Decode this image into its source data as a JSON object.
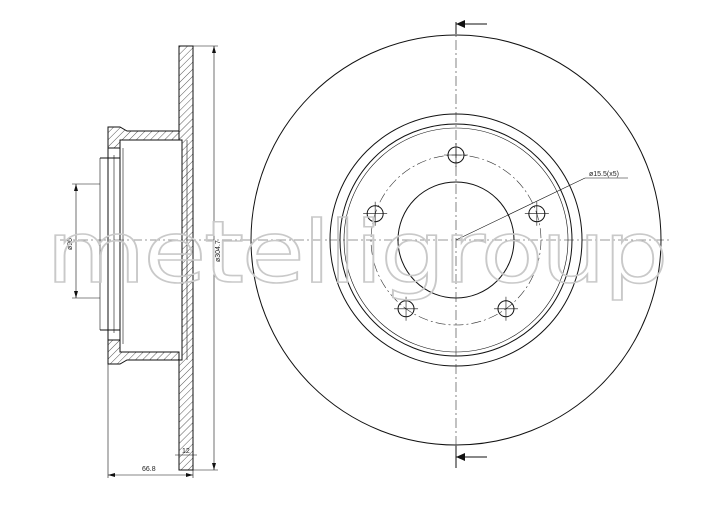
{
  "watermark": "metelligroup",
  "dimensions": {
    "bore_diameter": "ø90",
    "outer_diameter": "ø304.7",
    "bolt_hole": "ø15.5(x5)",
    "thickness": "12",
    "total_height": "66.8"
  },
  "bolt_hole_count": 5
}
